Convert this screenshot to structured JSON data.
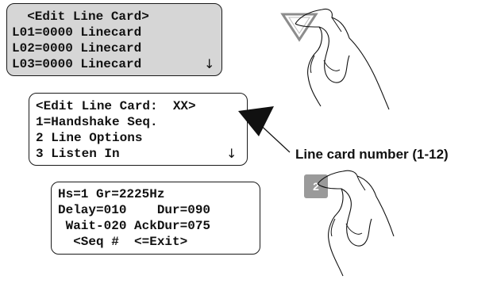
{
  "screen1": {
    "lines": [
      "  <Edit Line Card>",
      "L01=0000 Linecard",
      "L02=0000 Linecard",
      "L03=0000 Linecard"
    ],
    "scroll_arrow": "↓"
  },
  "screen2": {
    "lines": [
      "<Edit Line Card:  XX>",
      "1=Handshake Seq.",
      "2 Line Options",
      "3 Listen In"
    ],
    "scroll_arrow": "↓"
  },
  "screen3": {
    "lines": [
      "Hs=1 Gr=2225Hz",
      "Delay=010    Dur=090",
      " Wait-020 AckDur=075",
      "  <Seq #  <=Exit>"
    ]
  },
  "callout": {
    "label": "Line card number (1-12)"
  },
  "keys": {
    "digit_key": "2"
  },
  "icons": {
    "triangle_key": "down-triangle-icon",
    "hand": "pointing-hand-icon",
    "pointer": "callout-arrow-icon"
  },
  "colors": {
    "lcd_shade": "#d6d6d6",
    "key_gray": "#9a9a9a",
    "ink": "#111111"
  }
}
